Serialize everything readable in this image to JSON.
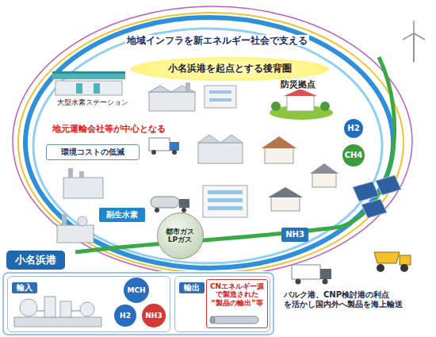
{
  "diagram": {
    "nodes": [
      {
        "text": [
          "小名浜港を起点とする後背圏"
        ]
      },
      {
        "text": [
          "H2"
        ]
      },
      {
        "text": [
          "CH4"
        ]
      },
      {
        "text": [
          "環境コストの低減"
        ]
      },
      {
        "text": [
          "副生水素"
        ]
      },
      {
        "text": [
          "都市ガス LPガス"
        ]
      },
      {
        "text": [
          "NH3"
        ]
      },
      {
        "text": [
          "小名浜港"
        ]
      },
      {
        "text": [
          "輸入"
        ]
      },
      {
        "text": [
          "MCH"
        ],
        "in": 8
      },
      {
        "text": [
          "H2"
        ],
        "in": 8
      },
      {
        "text": [
          "NH3"
        ],
        "in": 8
      },
      {
        "text": [
          "輸出"
        ]
      },
      {
        "text": [
          "CNエネルギー源 で製造された “製品の輸出”等"
        ],
        "in": 12
      }
    ],
    "labels": [
      "地域インフラを新エネルギー社会で支える",
      "大型水素ステーション",
      "防災拠点",
      "地元運輸会社等が中心となる",
      "バルク港、CNP検討港の利点 を活かし国内外へ製品を海上輸送"
    ]
  }
}
